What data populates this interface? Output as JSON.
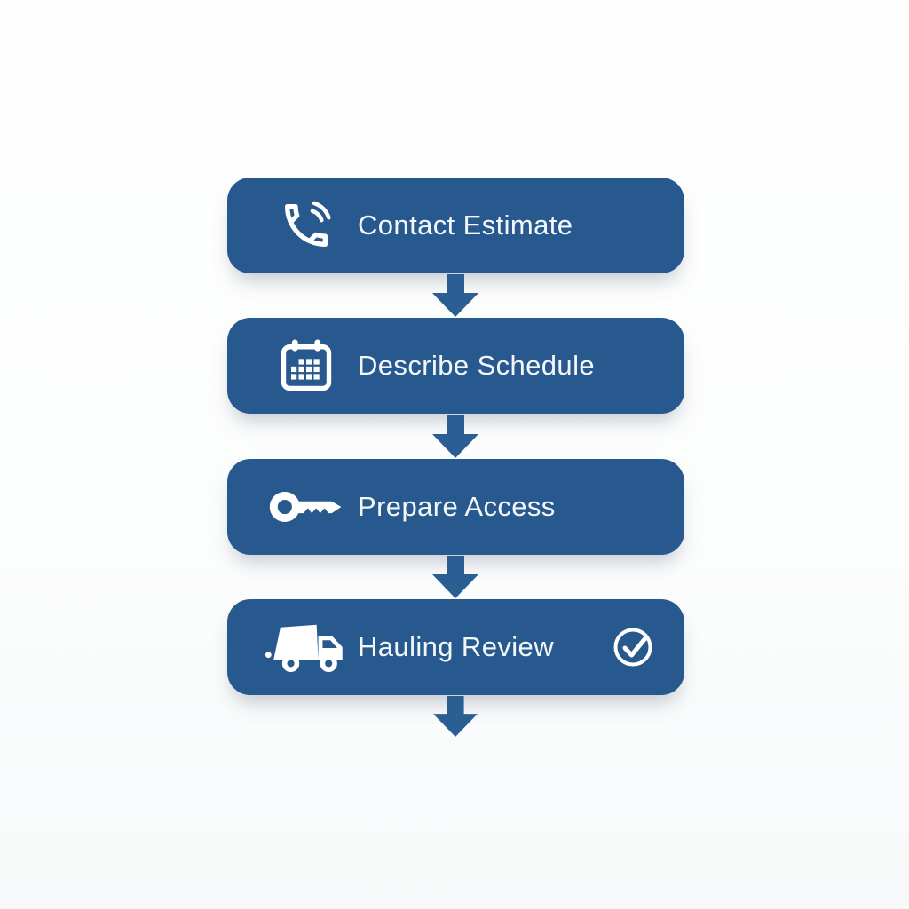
{
  "diagram": {
    "type": "flowchart",
    "orientation": "vertical",
    "accent_color": "#27598E",
    "text_color": "#F3F7FA",
    "background_color": "#FCFDFD",
    "connector": {
      "icon": "down-arrow-icon",
      "color": "#27598E"
    },
    "steps": [
      {
        "label": "Contact Estimate",
        "icon": "phone-icon"
      },
      {
        "label": "Describe Schedule",
        "icon": "calendar-icon"
      },
      {
        "label": "Prepare Access",
        "icon": "key-icon"
      },
      {
        "label": "Hauling Review",
        "icon": "truck-icon",
        "badge_icon": "check-circle-icon"
      }
    ]
  }
}
